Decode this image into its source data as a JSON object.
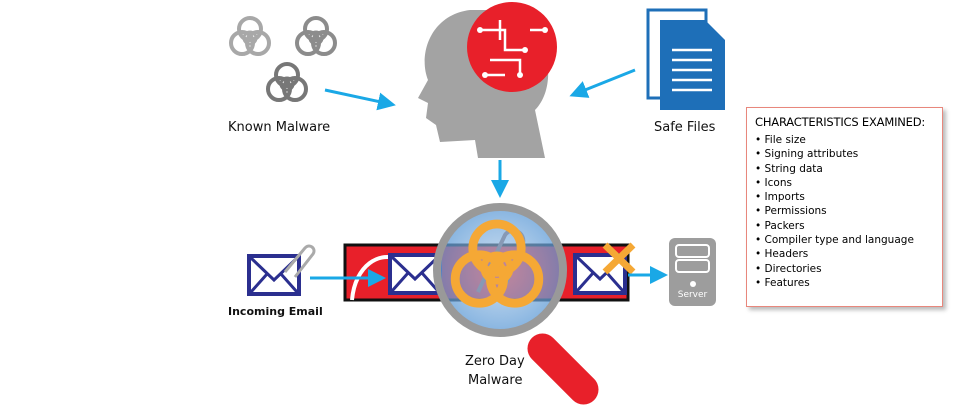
{
  "labels": {
    "known_malware": "Known Malware",
    "safe_files": "Safe Files",
    "incoming_email": "Incoming Email",
    "zero_day": [
      "Zero Day",
      "Malware"
    ],
    "server": "Server"
  },
  "characteristics": {
    "title": "CHARACTERISTICS EXAMINED:",
    "items": [
      "File size",
      "Signing attributes",
      "String data",
      "Icons",
      "Imports",
      "Permissions",
      "Packers",
      "Compiler type and language",
      "Headers",
      "Directories",
      "Features"
    ]
  },
  "colors": {
    "arrow": "#1aa8e6",
    "red": "#e8202a",
    "envelope": "#2b2f8f",
    "biohazard": "#f5a835",
    "doc": "#1e6fb8",
    "gray": "#9d9d9d"
  }
}
